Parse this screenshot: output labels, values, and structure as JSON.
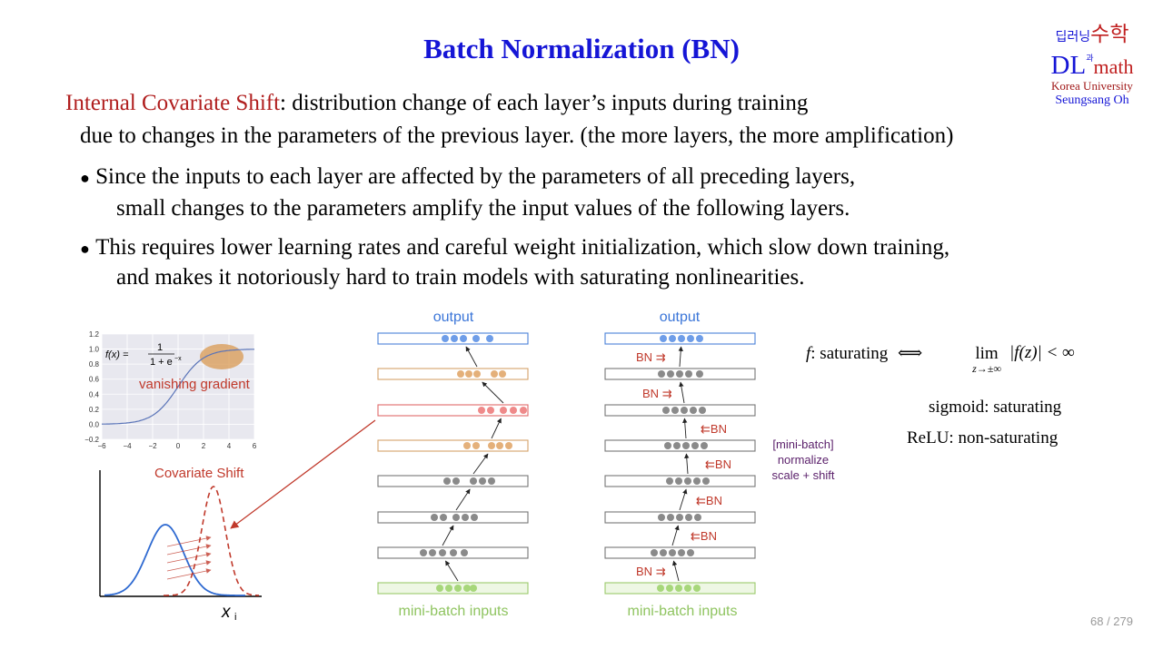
{
  "title": "Batch Normalization (BN)",
  "logo": {
    "top_left": "딥러닝",
    "small": "과",
    "top_right": "수학",
    "dl": "DL",
    "math": "math",
    "university": "Korea University",
    "author": "Seungsang Oh"
  },
  "intro": {
    "term": "Internal Covariate Shift",
    "definition": ": distribution change of each layer’s inputs during training",
    "continuation": "due to changes in the parameters of the previous layer.  (the more layers, the more amplification)"
  },
  "bullets": [
    {
      "line1": "Since the inputs to each layer are affected by the parameters of all preceding layers,",
      "line2": "small changes to the parameters amplify the input values of the following layers."
    },
    {
      "line1": "This requires lower learning rates and careful weight initialization, which slow down training,",
      "line2": "and makes it notoriously hard to train models with saturating nonlinearities."
    }
  ],
  "sigmoid_panel": {
    "formula_lhs": "f(x) =",
    "formula_num": "1",
    "formula_den": "1 + e",
    "formula_exp": "−x",
    "annotation": "vanishing gradient",
    "y_ticks": [
      "1.2",
      "1.0",
      "0.8",
      "0.6",
      "0.4",
      "0.2",
      "0.0",
      "−0.2"
    ],
    "x_ticks": [
      "−6",
      "−4",
      "−2",
      "0",
      "2",
      "4",
      "6"
    ],
    "curve_color": "#5a74b8",
    "highlight_color": "#d99a52",
    "background_color": "#e8e8ef"
  },
  "shift_panel": {
    "label": "Covariate Shift",
    "x_label": "x",
    "x_sub": "i",
    "blue_color": "#2f6ad1",
    "red_color": "#c0392b"
  },
  "network_left": {
    "top_label": "output",
    "bottom_label": "mini-batch inputs"
  },
  "network_right": {
    "top_label": "output",
    "bottom_label": "mini-batch inputs",
    "bn_label": "BN",
    "arrow_right": "⇉",
    "arrow_left": "⇇",
    "note_line1": "[mini-batch]",
    "note_line2": "normalize",
    "note_line3": "scale + shift"
  },
  "math_note": {
    "f": "f",
    "saturating_label": ": saturating",
    "iff": "⟺",
    "lim": "lim",
    "lim_sub": "z→±∞",
    "abs_expr": "|f(z)| < ∞",
    "sigmoid_note": "sigmoid: saturating",
    "relu_note": "ReLU: non-saturating"
  },
  "page": "68 / 279"
}
